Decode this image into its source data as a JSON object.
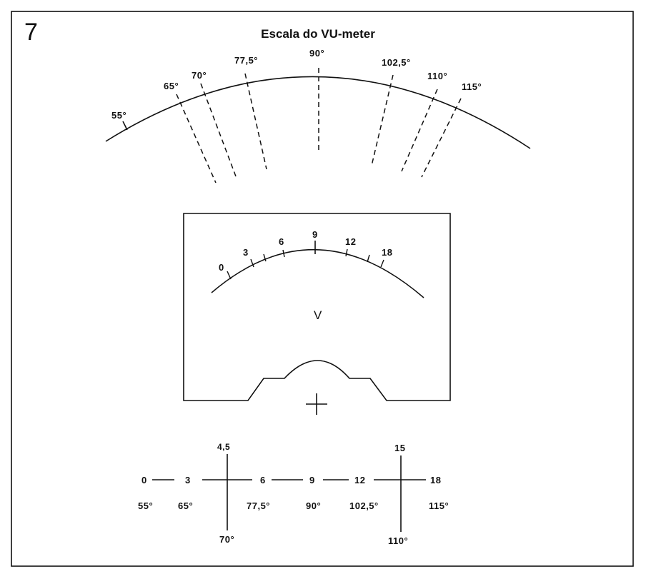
{
  "figure_number": "7",
  "title": "Escala do VU-meter",
  "upper_scale": {
    "angle_labels": [
      "55°",
      "65°",
      "70°",
      "77,5°",
      "90°",
      "102,5°",
      "110°",
      "115°"
    ]
  },
  "meter": {
    "scale_labels": [
      "0",
      "3",
      "6",
      "9",
      "12",
      "18"
    ],
    "unit_label": "V"
  },
  "table": {
    "top_row": {
      "left": "0",
      "a": "3",
      "b": "6",
      "c": "9",
      "d": "12",
      "right": "18"
    },
    "vertical_left": {
      "top": "4,5",
      "bottom": "70°"
    },
    "vertical_right": {
      "top": "15",
      "bottom": "110°"
    },
    "angles_row": [
      "55°",
      "65°",
      "77,5°",
      "90°",
      "102,5°",
      "115°"
    ]
  }
}
